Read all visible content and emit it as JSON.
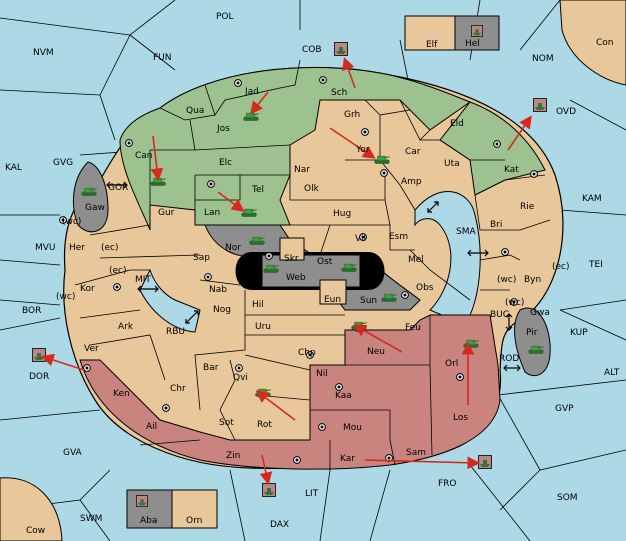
{
  "map": {
    "colors": {
      "sea": "#add8e6",
      "land": "#e8c79a",
      "green": "#9dc28f",
      "red": "#c9847f",
      "grey": "#8e8e8e",
      "border": "#000000",
      "unit_outline": "#2f6b2f",
      "unit": "#3f9e3f",
      "arrow": "#d42a1c",
      "fleet": "#b88a86"
    },
    "labels": {
      "POL": "POL",
      "NVM": "NVM",
      "FUN": "FUN",
      "COB": "COB",
      "Elf": "Elf",
      "Hel": "Hel",
      "Con": "Con",
      "NOM": "NOM",
      "OVD": "OVD",
      "KAL": "KAL",
      "GVG": "GVG",
      "Sch": "Sch",
      "Jad": "Jad",
      "Qua": "Qua",
      "Jos": "Jos",
      "Grh": "Grh",
      "Eld": "Eld",
      "Can": "Can",
      "Elc": "Elc",
      "Nar": "Nar",
      "Yor": "Yor",
      "Car": "Car",
      "Uta": "Uta",
      "Kat": "Kat",
      "KAM": "KAM",
      "GOR": "GOR",
      "Gaw": "Gaw",
      "Gur": "Gur",
      "Tel": "Tel",
      "Olk": "Olk",
      "Amp": "Amp",
      "Lan": "Lan",
      "Hug": "Hug",
      "Rie": "Rie",
      "wc1": "(wc)",
      "Her": "Her",
      "ec1": "(ec)",
      "Nor": "Nor",
      "Skr": "Skr",
      "Vil": "Vil",
      "Esm": "Esm",
      "SMA": "SMA",
      "Bri": "Bri",
      "MVU": "MVU",
      "Sap": "Sap",
      "Ost": "Ost",
      "Mel": "Mel",
      "TEI": "TEI",
      "ec2": "(ec)",
      "Web": "Web",
      "Byn": "Byn",
      "wc2": "(wc)",
      "ec3": "(ec)",
      "MIT": "MIT",
      "Kor": "Kor",
      "wc3": "(wc)",
      "Nab": "Nab",
      "Eun": "Eun",
      "Obs": "Obs",
      "Gwa": "Gwa",
      "BOR": "BOR",
      "Hil": "Hil",
      "Sun": "Sun",
      "wc4": "(wc)",
      "BUC": "BUC",
      "KUP": "KUP",
      "Ark": "Ark",
      "Nog": "Nog",
      "Feu": "Feu",
      "RBU": "RBU",
      "Uru": "Uru",
      "Pir": "Pir",
      "Ver": "Ver",
      "Neu": "Neu",
      "Orl": "Orl",
      "Chp": "Chp",
      "ROD": "ROD",
      "DOR": "DOR",
      "Bar": "Bar",
      "Nil": "Nil",
      "ALT": "ALT",
      "Qvi": "Qvi",
      "Ken": "Ken",
      "Chr": "Chr",
      "Kaa": "Kaa",
      "GVP": "GVP",
      "Los": "Los",
      "Ail": "Ail",
      "Sot": "Sot",
      "Rot": "Rot",
      "Mou": "Mou",
      "GVA": "GVA",
      "Zin": "Zin",
      "Kar": "Kar",
      "Sam": "Sam",
      "FRO": "FRO",
      "LIT": "LIT",
      "SOM": "SOM",
      "SWM": "SWM",
      "Aba": "Aba",
      "Orn": "Orn",
      "DAX": "DAX",
      "Cow": "Cow"
    }
  }
}
